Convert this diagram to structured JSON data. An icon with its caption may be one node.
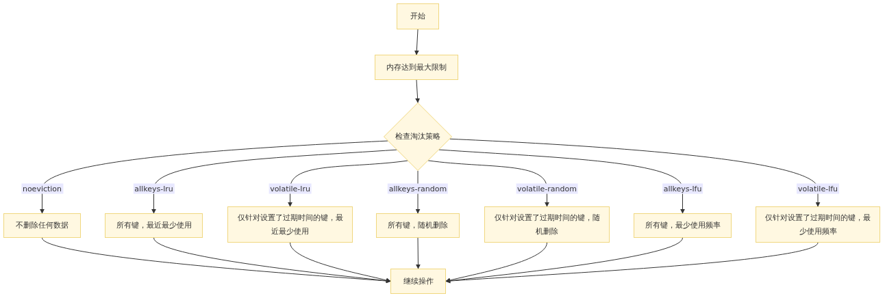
{
  "diagram": {
    "nodes": [
      {
        "text": [
          "开始"
        ]
      },
      {
        "text": [
          "内存达到最大限制"
        ]
      },
      {
        "text": [
          "检查淘汰策略"
        ]
      },
      {
        "text": [
          "不删除任何数据"
        ]
      },
      {
        "text": [
          "所有键，最近最少使用"
        ]
      },
      {
        "text": [
          "仅针对设置了过期时间的键，最近最少使用"
        ]
      },
      {
        "text": [
          "所有键，随机删除"
        ]
      },
      {
        "text": [
          "仅针对设置了过期时间的键，随机删除"
        ]
      },
      {
        "text": [
          "所有键，最少使用频率"
        ]
      },
      {
        "text": [
          "仅针对设置了过期时间的键，最少使用频率"
        ]
      },
      {
        "text": [
          "继续操作"
        ]
      }
    ],
    "edges": [
      {
        "from": 0,
        "to": 1,
        "arrow": "to"
      },
      {
        "from": 1,
        "to": 2,
        "arrow": "to"
      },
      {
        "from": 2,
        "to": 3,
        "arrow": "to",
        "label": "noeviction"
      },
      {
        "from": 2,
        "to": 4,
        "arrow": "to",
        "label": "allkeys-lru"
      },
      {
        "from": 2,
        "to": 5,
        "arrow": "to",
        "label": "volatile-lru"
      },
      {
        "from": 2,
        "to": 6,
        "arrow": "to",
        "label": "allkeys-random"
      },
      {
        "from": 2,
        "to": 7,
        "arrow": "to",
        "label": "volatile-random"
      },
      {
        "from": 2,
        "to": 8,
        "arrow": "to",
        "label": "allkeys-lfu"
      },
      {
        "from": 2,
        "to": 9,
        "arrow": "to",
        "label": "volatile-lfu"
      },
      {
        "from": 3,
        "to": 10,
        "arrow": "to"
      },
      {
        "from": 4,
        "to": 10,
        "arrow": "to"
      },
      {
        "from": 5,
        "to": 10,
        "arrow": "to"
      },
      {
        "from": 6,
        "to": 10,
        "arrow": "to"
      },
      {
        "from": 7,
        "to": 10,
        "arrow": "to"
      },
      {
        "from": 8,
        "to": 10,
        "arrow": "to"
      },
      {
        "from": 9,
        "to": 10,
        "arrow": "to"
      }
    ]
  }
}
